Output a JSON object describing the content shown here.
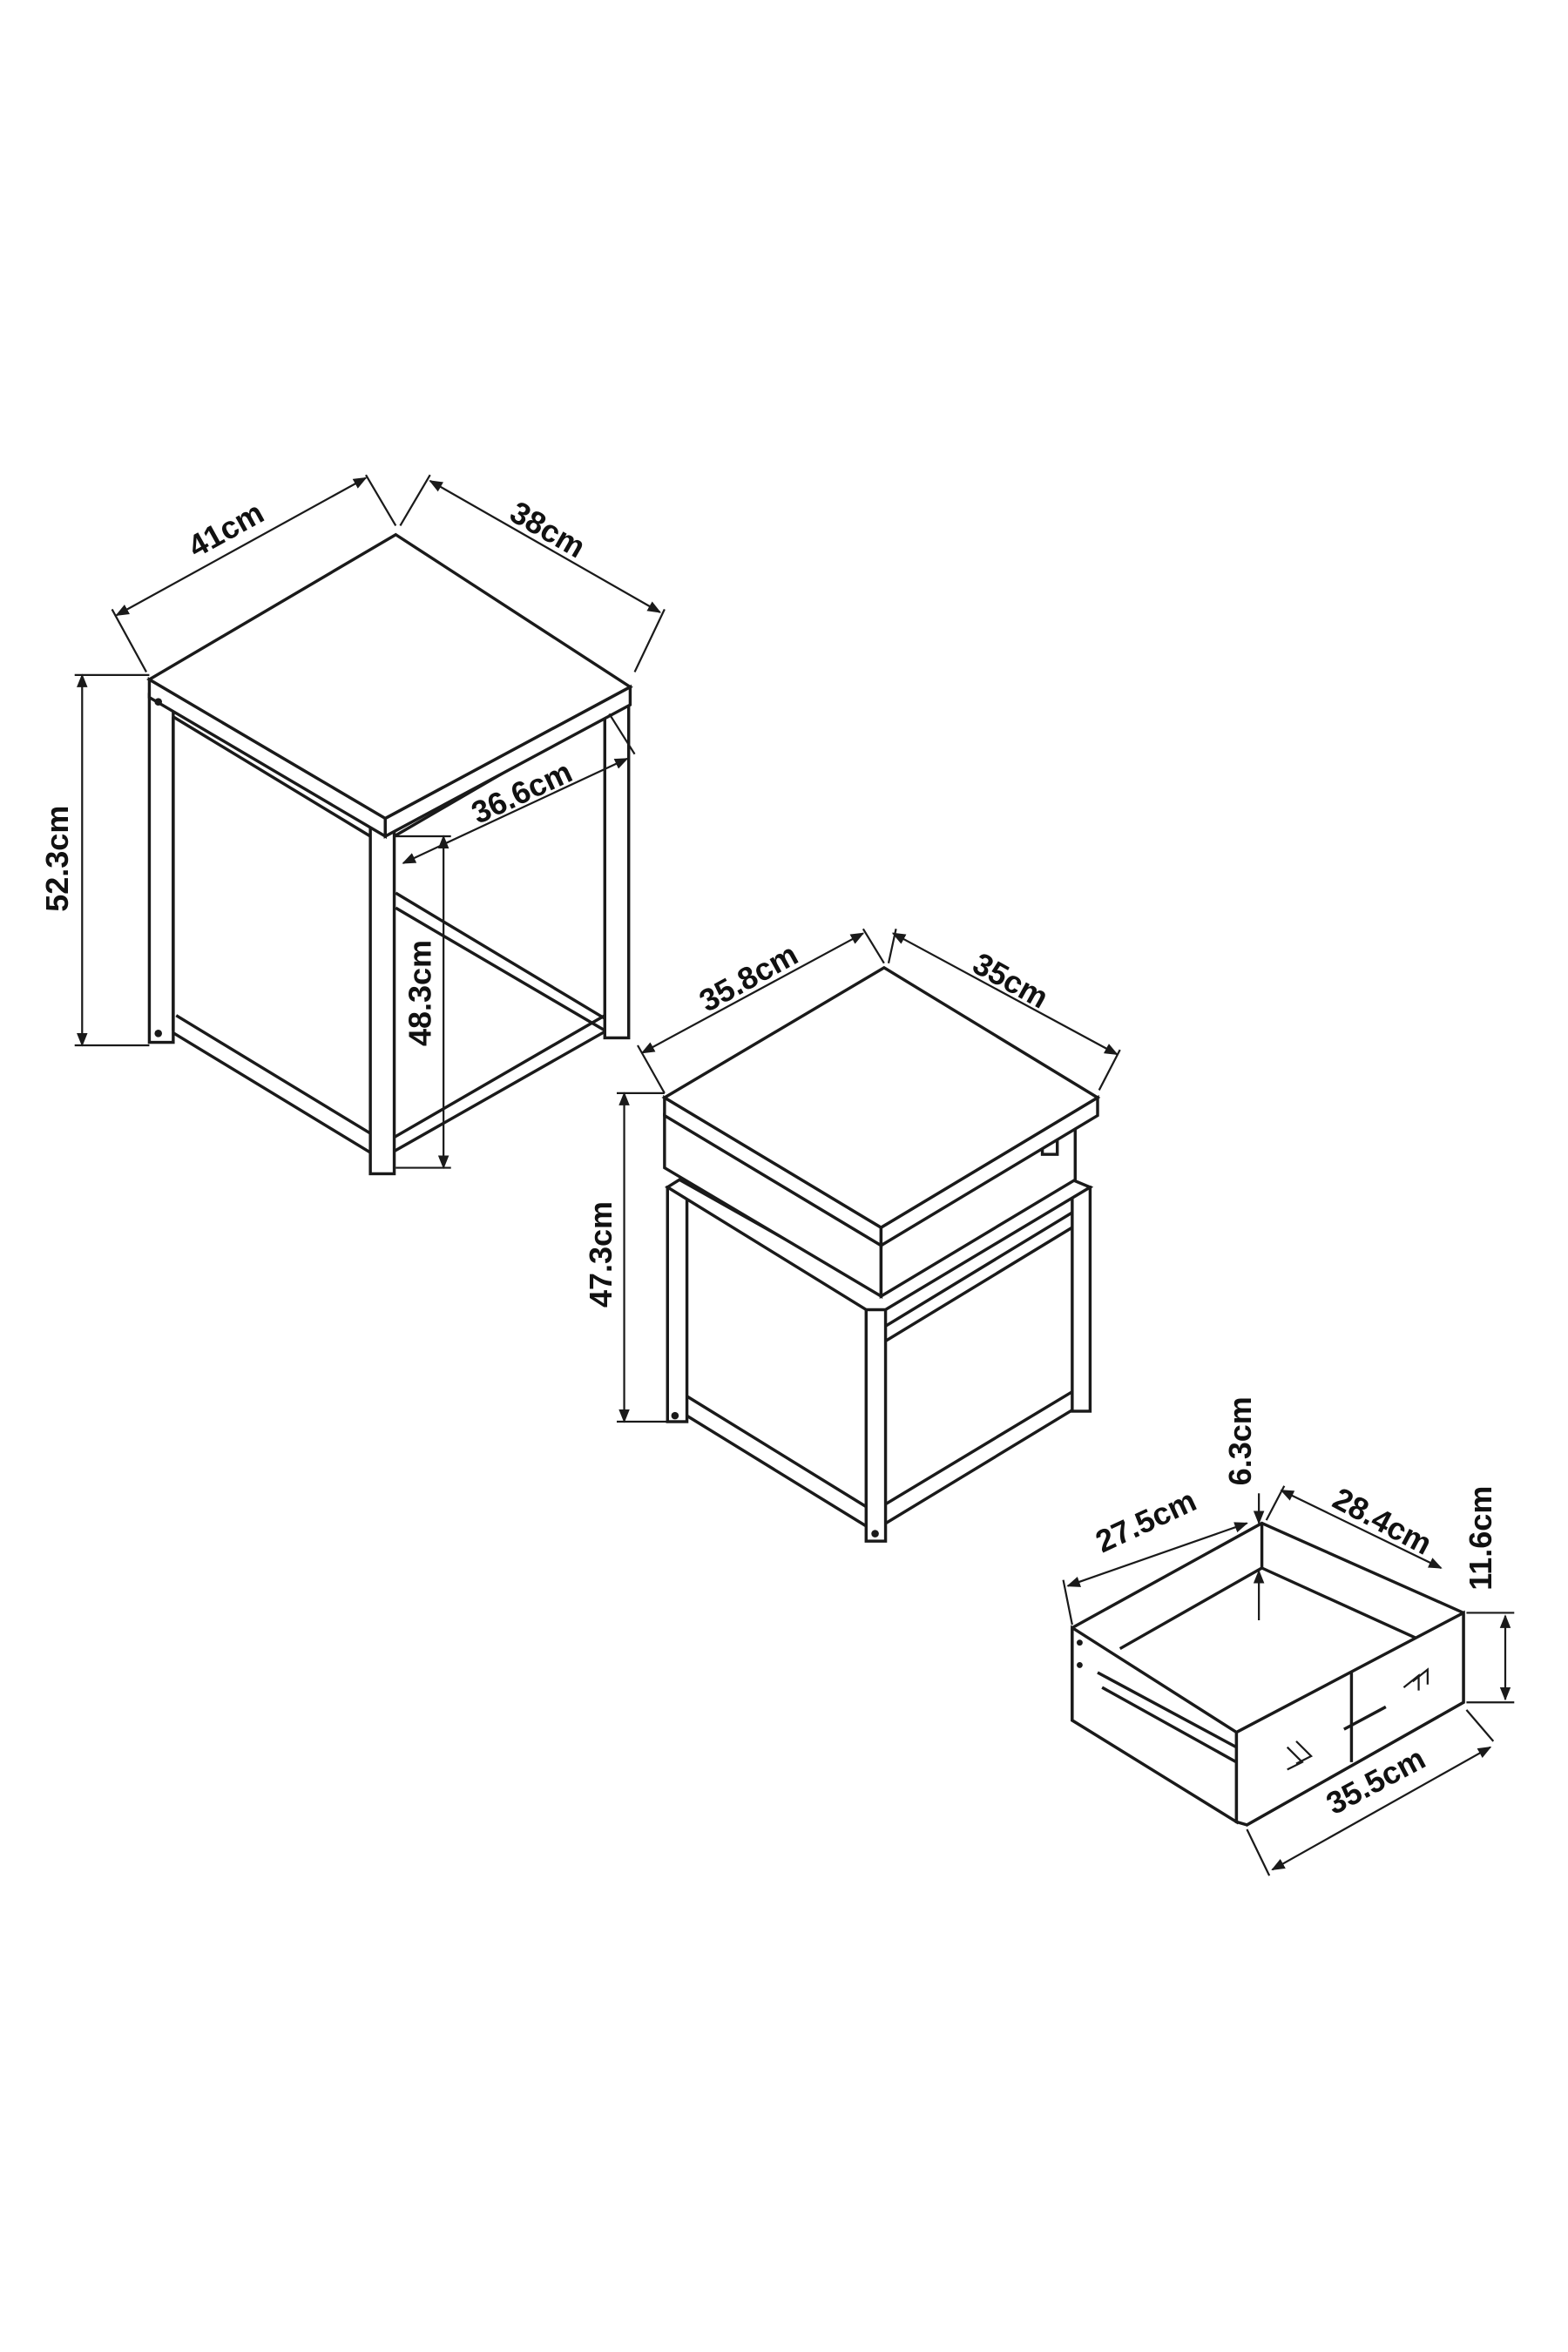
{
  "dimensions": {
    "large_table": {
      "width": "41cm",
      "depth": "38cm",
      "height": "52.3cm",
      "inner_width": "36.6cm",
      "inner_height": "48.3cm"
    },
    "small_table": {
      "width": "35.8cm",
      "depth": "35cm",
      "height": "47.3cm"
    },
    "drawer": {
      "depth": "27.5cm",
      "inner_height": "6.3cm",
      "width": "28.4cm",
      "height": "11.6cm",
      "front_width": "35.5cm"
    }
  },
  "colors": {
    "line": "#1a1a1a",
    "background": "#ffffff"
  }
}
